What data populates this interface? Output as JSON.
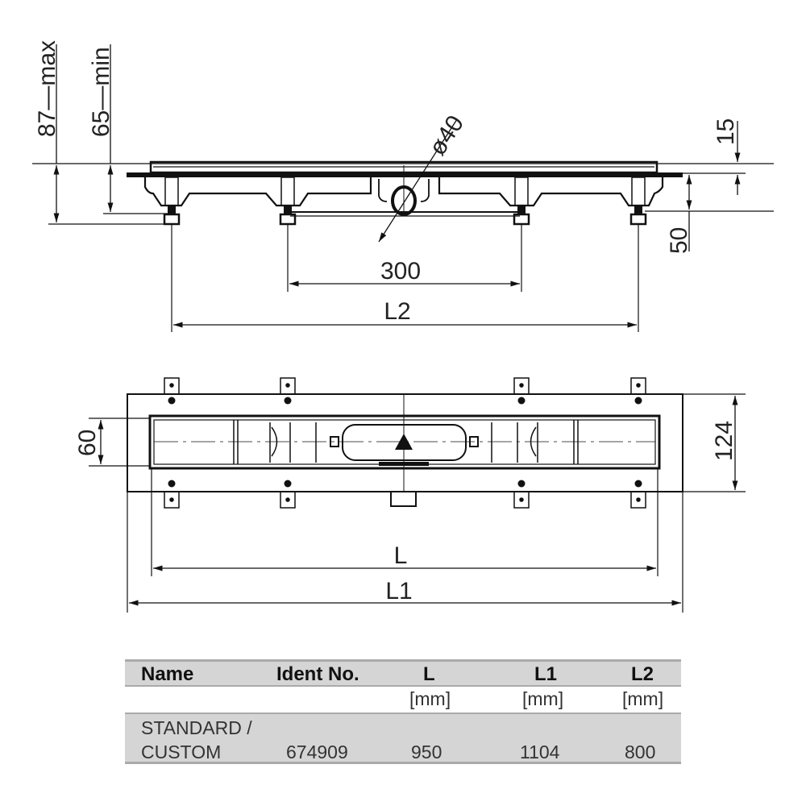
{
  "drawing": {
    "side_view": {
      "dim_max": "87—max",
      "dim_min": "65—min",
      "dim_pipe": "ø40",
      "dim_15": "15",
      "dim_50": "50",
      "dim_300": "300",
      "dim_L2": "L2"
    },
    "plan_view": {
      "dim_60": "60",
      "dim_124": "124",
      "dim_L": "L",
      "dim_L1": "L1"
    }
  },
  "table": {
    "headers": [
      "Name",
      "Ident No.",
      "L",
      "L1",
      "L2"
    ],
    "units": [
      "",
      "",
      "[mm]",
      "[mm]",
      "[mm]"
    ],
    "rows": [
      {
        "name_line1": "STANDARD /",
        "name_line2": "CUSTOM",
        "ident": "674909",
        "L": "950",
        "L1": "1104",
        "L2": "800"
      }
    ]
  }
}
